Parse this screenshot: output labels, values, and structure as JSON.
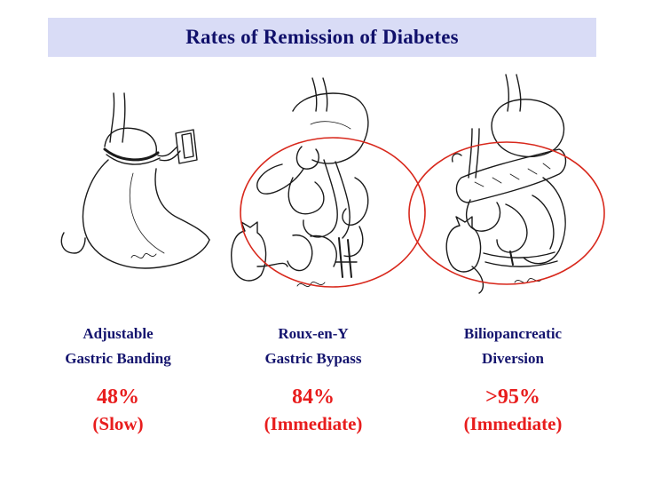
{
  "title": "Rates of Remission of Diabetes",
  "procedures": [
    {
      "line1": "Adjustable",
      "line2": "Gastric Banding",
      "rate": "48%",
      "speed": "(Slow)"
    },
    {
      "line1": "Roux-en-Y",
      "line2": "Gastric Bypass",
      "rate": "84%",
      "speed": "(Immediate)"
    },
    {
      "line1": "Biliopancreatic",
      "line2": "Diversion",
      "rate": ">95%",
      "speed": "(Immediate)"
    }
  ],
  "colors": {
    "title_bg": "#d9dcf6",
    "title_text": "#10106b",
    "label_text": "#14146e",
    "highlight": "#e81d1d",
    "ellipse": "#d8281c"
  }
}
